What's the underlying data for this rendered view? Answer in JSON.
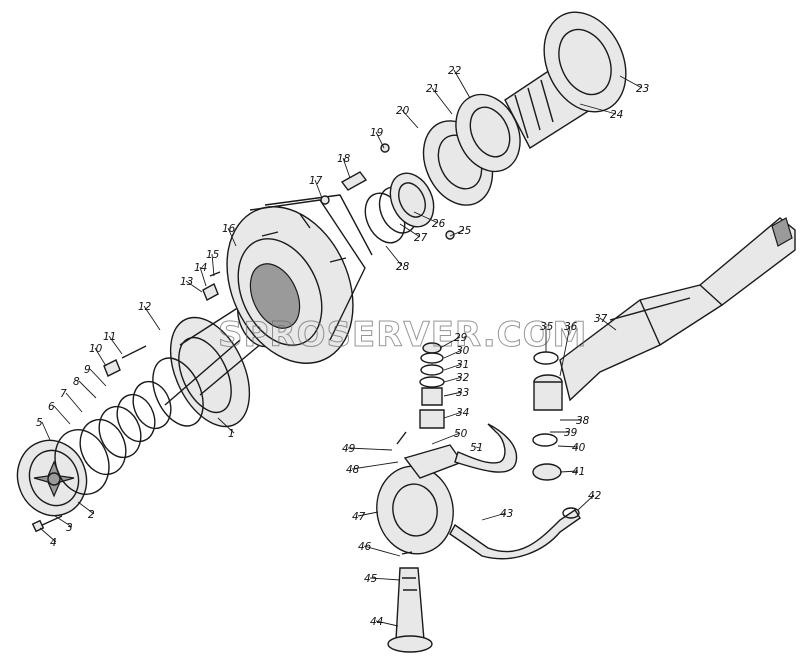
{
  "watermark": "SPROSERVER.COM",
  "callouts": [
    "1",
    "2",
    "3",
    "4",
    "5",
    "6",
    "7",
    "8",
    "9",
    "10",
    "11",
    "12",
    "13",
    "14",
    "15",
    "16",
    "17",
    "18",
    "19",
    "20",
    "21",
    "22",
    "23",
    "24",
    "25",
    "26",
    "27",
    "28",
    "29",
    "30",
    "31",
    "32",
    "33",
    "34",
    "35",
    "36",
    "37",
    "38",
    "39",
    "40",
    "41",
    "42",
    "43",
    "44",
    "45",
    "46",
    "47",
    "48",
    "49",
    "50",
    "51"
  ]
}
